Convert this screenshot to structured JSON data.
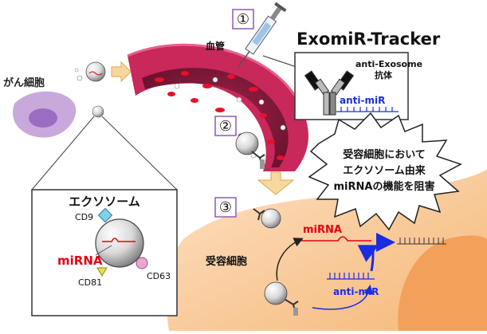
{
  "title": "ExomiR-Tracker",
  "steps": [
    "①",
    "②",
    "③"
  ],
  "labels": {
    "blood_vessel": "血管",
    "cancer_cell": "がん細胞",
    "exosome": "エクソソーム",
    "recipient_cell": "受容細胞",
    "antibody_line1": "anti-Exosome",
    "antibody_line2": "抗体",
    "anti_mir": "anti-miR",
    "mirna": "miRNA",
    "cd9": "CD9",
    "cd81": "CD81",
    "cd63": "CD63"
  },
  "callout": {
    "lines": [
      "受容細胞において",
      "エクソソーム由来",
      "miRNAの機能を阻害"
    ]
  },
  "colors": {
    "vessel": "#c8285a",
    "vessel_inner": "#8e1b3c",
    "recipient_cell": "#f7c79a",
    "nucleus": "#f4a25f",
    "cancer_cell": "#c9a9dc",
    "step_border": "#8e5ab5",
    "mirna_red": "#e60012",
    "anti_mir_blue": "#1a2ee0",
    "arrow_orange": "#f7b33a"
  }
}
